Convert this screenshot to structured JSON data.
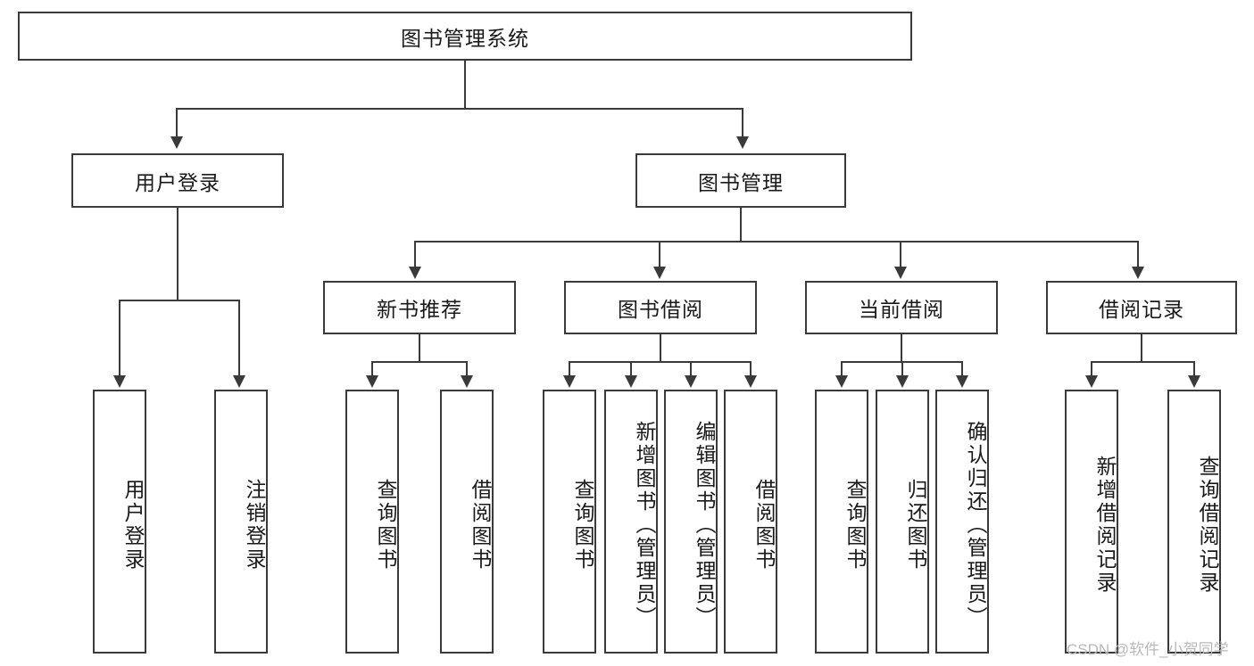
{
  "diagram": {
    "title": "图书管理系统",
    "root": {
      "label": "图书管理系统"
    },
    "level2": [
      {
        "label": "用户登录"
      },
      {
        "label": "图书管理"
      }
    ],
    "level3": [
      {
        "label": "新书推荐"
      },
      {
        "label": "图书借阅"
      },
      {
        "label": "当前借阅"
      },
      {
        "label": "借阅记录"
      }
    ],
    "leaves": {
      "user_login": [
        {
          "label": "用户登录"
        },
        {
          "label": "注销登录"
        }
      ],
      "new_book_recommend": [
        {
          "label": "查询图书"
        },
        {
          "label": "借阅图书"
        }
      ],
      "book_borrow": [
        {
          "label": "查询图书"
        },
        {
          "label": "新增图书（管理员）"
        },
        {
          "label": "编辑图书（管理员）"
        },
        {
          "label": "借阅图书"
        }
      ],
      "current_borrow": [
        {
          "label": "查询图书"
        },
        {
          "label": "归还图书"
        },
        {
          "label": "确认归还（管理员）"
        }
      ],
      "borrow_record": [
        {
          "label": "新增借阅记录"
        },
        {
          "label": "查询借阅记录"
        }
      ]
    }
  },
  "watermark": {
    "text": "CSDN @软件_小贺同学"
  },
  "colors": {
    "border": "#3a3a3a",
    "text": "#1a1a1a",
    "background": "#ffffff",
    "watermark": "#b9b9b9"
  }
}
